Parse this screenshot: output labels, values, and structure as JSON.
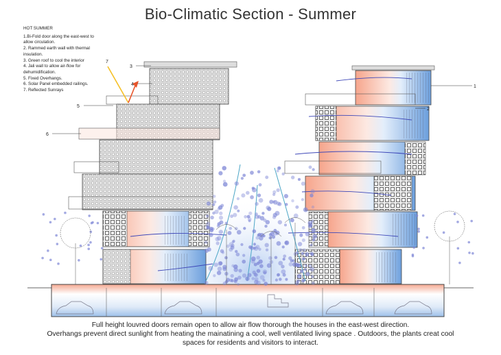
{
  "title": "Bio-Climatic Section - Summer",
  "legend": {
    "heading": "HOT SUMMER",
    "items": [
      "1.Bi-Fold door along the east-west to allow circulation.",
      "2. Rammed earth wall with thermal insulation.",
      "3. Green roof to cool the interior",
      "4. Jali wall to allow air-flow for dehumidification.",
      "5. Fixed Overhangs.",
      "6. Solar Panel embedded railings.",
      "7. Reflected Sunrays"
    ]
  },
  "callouts": {
    "n1": "1",
    "n2": "2",
    "n3": "3",
    "n4": "4",
    "n5": "5",
    "n6": "6",
    "n7": "7"
  },
  "caption": [
    "Full height louvred doors remain open to allow air flow thorough the houses in the east-west direction.",
    "Overhangs prevent direct sunlight from heating the mainatining a cool, well ventilated living space . Outdoors, the plants creat cool",
    "spaces for residents and visitors to interact."
  ],
  "colors": {
    "warm": "#f3a48a",
    "cool": "#6fa0dc",
    "air": "#7d86d6",
    "sun": "#f5c026"
  }
}
